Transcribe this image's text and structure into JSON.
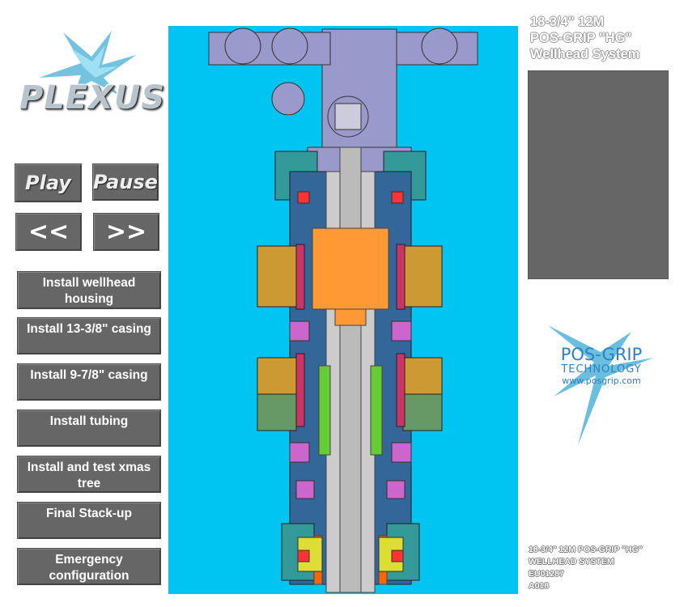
{
  "logo": {
    "text": "PLEXUS"
  },
  "controls": {
    "play": "Play",
    "pause": "Pause",
    "rewind": "<<",
    "forward": ">>"
  },
  "steps": [
    "Install wellhead housing",
    "Install 13-3/8\" casing",
    "Install 9-7/8\" casing",
    "Install tubing",
    "Install and test xmas tree",
    "Final Stack-up",
    "Emergency configuration"
  ],
  "title": {
    "line1": "18-3/4\" 12M",
    "line2": "POS-GRIP  \"HG\"",
    "line3": "Wellhead System"
  },
  "posgrip": {
    "line1": "POS-GRIP",
    "line2": "TECHNOLOGY",
    "line3": "www.posgrip.com"
  },
  "caption": {
    "line1": "18-3/4\" 12M POS-GRIP \"HG\"",
    "line2": "WELLHEAD SYSTEM",
    "line3": "EU01287",
    "line4": "A018"
  },
  "colors": {
    "panel_bg": "#00c4f2",
    "button": "#666666",
    "info_panel": "#666666",
    "xmas_tree": "#9999cc",
    "housing": "#336699",
    "bowl": "#ff9933"
  }
}
